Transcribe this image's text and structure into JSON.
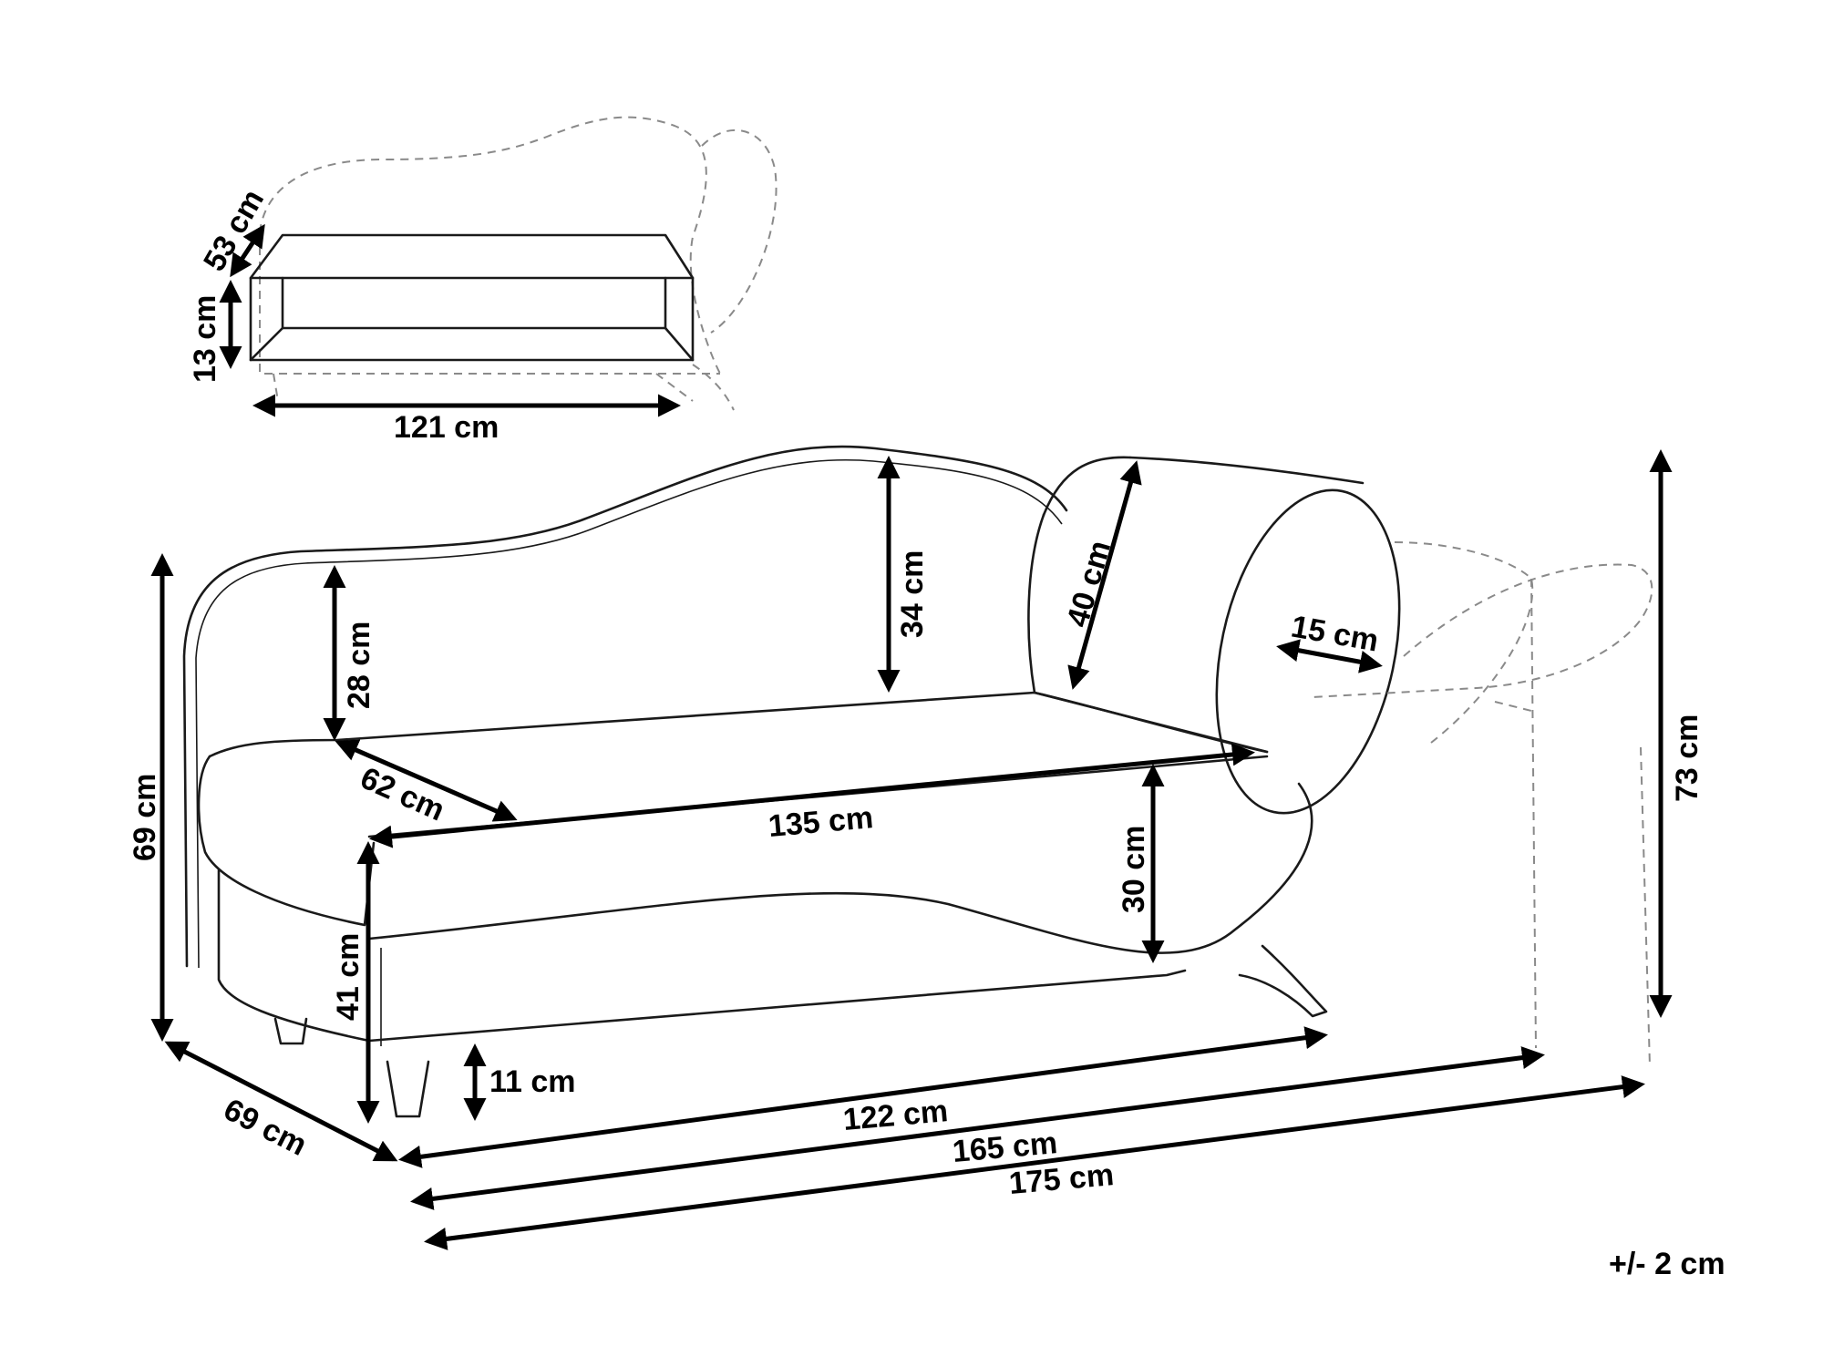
{
  "storage": {
    "depth_label": "53 cm",
    "height_label": "13 cm",
    "width_label": "121 cm"
  },
  "dimensions": {
    "overall_height": "69 cm",
    "backrest_low": "28 cm",
    "backrest_high": "34 cm",
    "pillow_length": "40 cm",
    "pillow_diameter": "15 cm",
    "seat_depth": "62 cm",
    "seat_length": "135 cm",
    "seat_to_back": "30 cm",
    "seat_height": "41 cm",
    "leg_height": "11 cm",
    "total_depth": "69 cm",
    "leg_span": "122 cm",
    "length_short": "165 cm",
    "length_full": "175 cm",
    "height_with_pillow": "73 cm"
  },
  "tolerance": "+/- 2 cm"
}
